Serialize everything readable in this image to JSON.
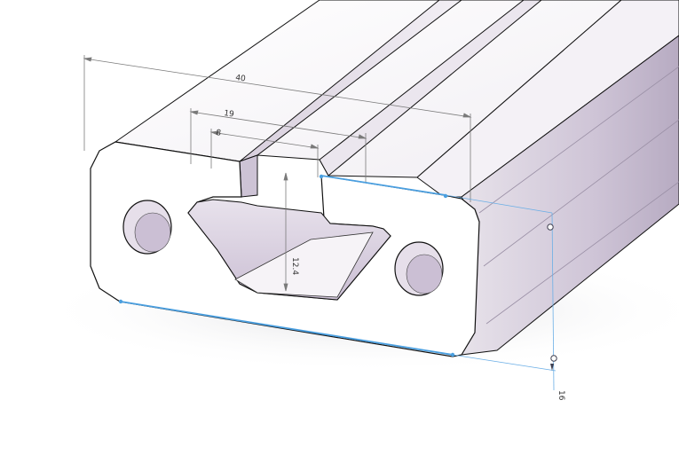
{
  "drawing": {
    "dimensions": {
      "width_overall": "40",
      "slot_outer": "19",
      "slot_opening": "8",
      "slot_depth": "12.4",
      "height": "16"
    },
    "colors": {
      "background": "#ffffff",
      "body_face": "#ffffff",
      "body_side": "#ddd6e2",
      "body_shade": "#bfb4c9",
      "edge": "#111111",
      "dimension_line": "#7a7a7a",
      "sketch_highlight": "#4a9fe0",
      "handle": "#404050"
    }
  }
}
